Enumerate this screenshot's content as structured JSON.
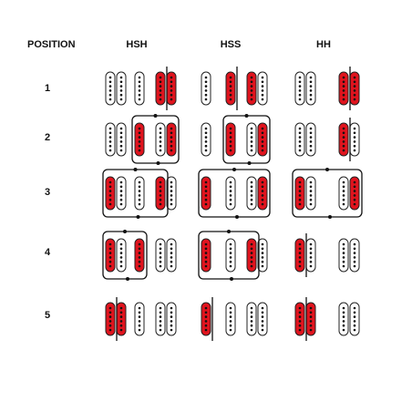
{
  "headers": {
    "position": "POSITION",
    "col1": "HSH",
    "col2": "HSS",
    "col3": "HH"
  },
  "positions": [
    "1",
    "2",
    "3",
    "4",
    "5"
  ],
  "colors": {
    "active": "#e0141e",
    "inactive": "#ffffff",
    "outline": "#222222",
    "pole": "#111111",
    "wire": "#111111"
  },
  "diagrams": {
    "HSH": [
      {
        "position": "1",
        "active": [
          false,
          false,
          false,
          true,
          true
        ],
        "wiring": "none"
      },
      {
        "position": "2",
        "active": [
          false,
          false,
          true,
          false,
          true
        ],
        "wiring": "series-loop"
      },
      {
        "position": "3",
        "active": [
          true,
          false,
          false,
          true,
          false
        ],
        "wiring": "series-loop"
      },
      {
        "position": "4",
        "active": [
          true,
          false,
          true,
          false,
          false
        ],
        "wiring": "series-loop"
      },
      {
        "position": "5",
        "active": [
          true,
          true,
          false,
          false,
          false
        ],
        "wiring": "none"
      }
    ],
    "HSS": [
      {
        "position": "1",
        "active": [
          false,
          true,
          true,
          false
        ],
        "wiring": "none"
      },
      {
        "position": "2",
        "active": [
          false,
          true,
          false,
          true
        ],
        "wiring": "series-loop"
      },
      {
        "position": "3",
        "active": [
          true,
          false,
          false,
          true
        ],
        "wiring": "series-loop"
      },
      {
        "position": "4",
        "active": [
          true,
          false,
          true,
          false
        ],
        "wiring": "series-loop"
      },
      {
        "position": "5",
        "active": [
          true,
          false,
          false,
          false
        ],
        "wiring": "none"
      }
    ],
    "HH": [
      {
        "position": "1",
        "active": [
          false,
          false,
          true,
          true
        ],
        "wiring": "none"
      },
      {
        "position": "2",
        "active": [
          false,
          false,
          true,
          false
        ],
        "wiring": "none"
      },
      {
        "position": "3",
        "active": [
          true,
          false,
          false,
          true
        ],
        "wiring": "series-loop"
      },
      {
        "position": "4",
        "active": [
          true,
          false,
          false,
          false
        ],
        "wiring": "none"
      },
      {
        "position": "5",
        "active": [
          true,
          true,
          false,
          false
        ],
        "wiring": "none"
      }
    ]
  }
}
